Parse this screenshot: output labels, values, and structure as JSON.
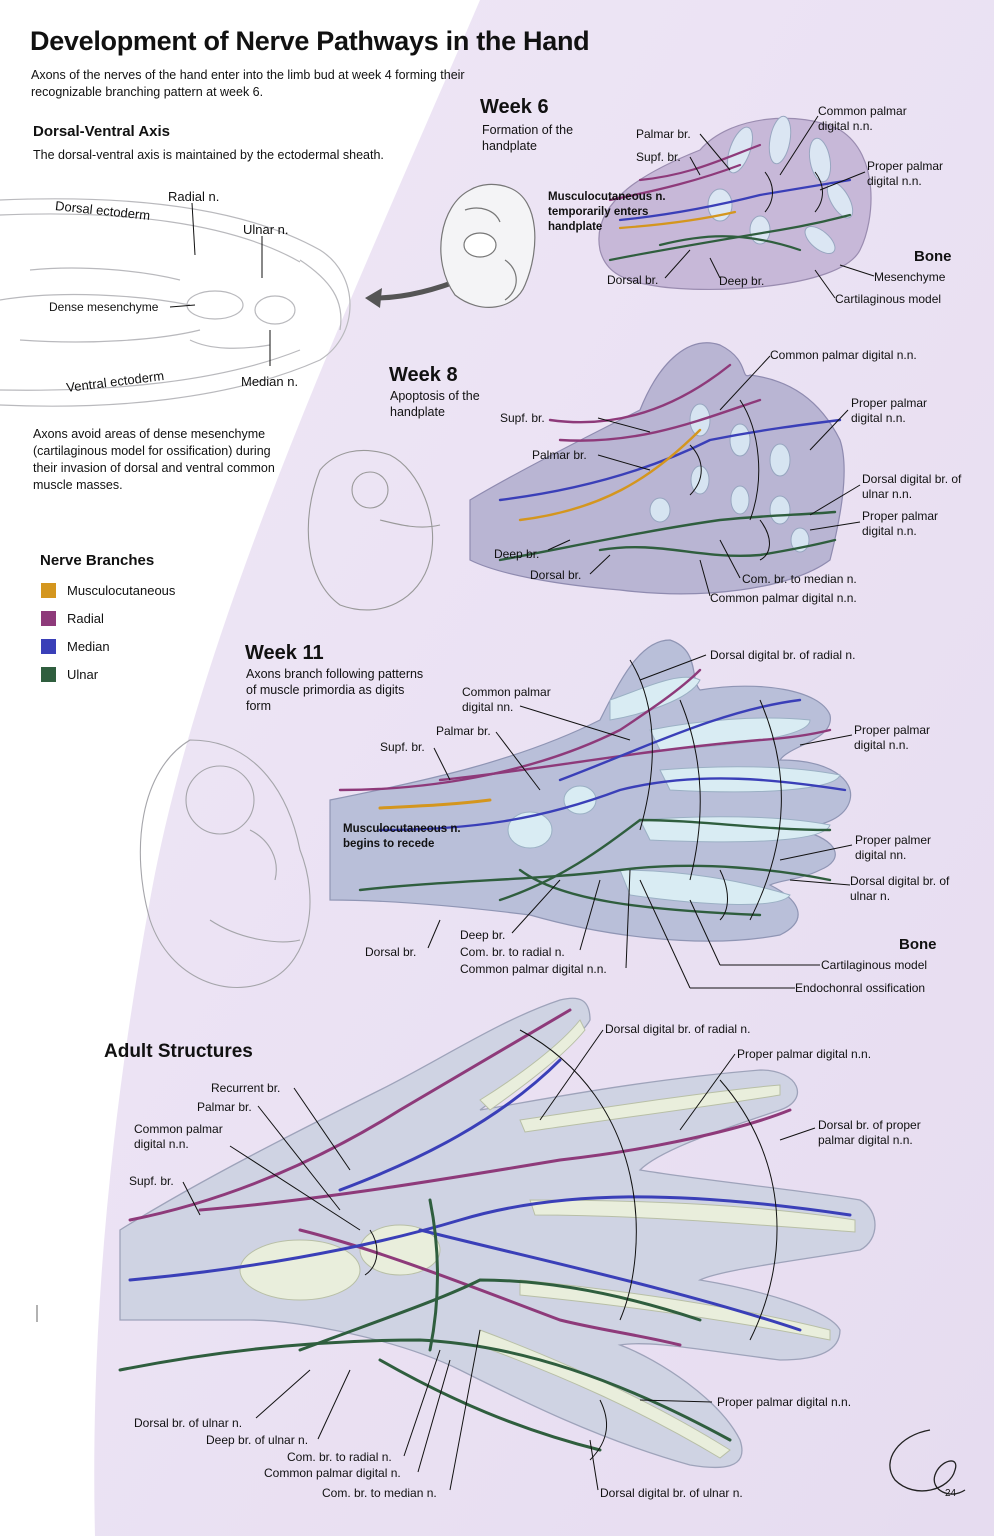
{
  "title": "Development of Nerve Pathways in the Hand",
  "intro": "Axons of the nerves of the hand enter into the limb bud at week 4 forming their recognizable branching pattern at week 6.",
  "dorsal_ventral": {
    "heading": "Dorsal-Ventral Axis",
    "text": "The dorsal-ventral axis is maintained by the ectodermal sheath.",
    "labels": {
      "dorsal_ectoderm": "Dorsal ectoderm",
      "radial": "Radial n.",
      "ulnar": "Ulnar n.",
      "dense_mesenchyme": "Dense mesenchyme",
      "ventral_ectoderm": "Ventral ectoderm",
      "median": "Median n."
    },
    "note": "Axons avoid areas of dense mesenchyme (cartilaginous model for ossification) during their invasion of dorsal and ventral common muscle masses."
  },
  "legend": {
    "title": "Nerve Branches",
    "items": [
      {
        "label": "Musculocutaneous",
        "color": "#d4961e"
      },
      {
        "label": "Radial",
        "color": "#8e3a7a"
      },
      {
        "label": "Median",
        "color": "#3a3fb8"
      },
      {
        "label": "Ulnar",
        "color": "#2f5e3e"
      }
    ]
  },
  "week6": {
    "title": "Week 6",
    "subtitle": "Formation of the handplate",
    "labels": {
      "palmar": "Palmar br.",
      "supf": "Supf. br.",
      "musculo": "Musculocutaneous n. temporarily enters handplate",
      "common_palmar": "Common palmar digital n.n.",
      "proper_palmar": "Proper palmar digital n.n.",
      "bone": "Bone",
      "mesenchyme": "Mesenchyme",
      "cartilaginous": "Cartilaginous model",
      "dorsal": "Dorsal br.",
      "deep": "Deep br."
    }
  },
  "week8": {
    "title": "Week 8",
    "subtitle": "Apoptosis of the handplate",
    "labels": {
      "common_palmar_top": "Common palmar digital n.n.",
      "supf": "Supf. br.",
      "proper_palmar": "Proper palmar digital n.n.",
      "palmar": "Palmar br.",
      "dorsal_digital_ulnar": "Dorsal digital br. of ulnar n.n.",
      "proper_palmar_2": "Proper palmar digital n.n.",
      "deep": "Deep br.",
      "dorsal": "Dorsal br.",
      "com_median": "Com. br. to median n.",
      "common_palmar_bottom": "Common palmar digital n.n."
    }
  },
  "week11": {
    "title": "Week 11",
    "subtitle": "Axons branch following patterns of muscle primordia as digits form",
    "labels": {
      "dorsal_digital_radial": "Dorsal digital br. of radial n.",
      "common_palmar": "Common palmar digital nn.",
      "palmar": "Palmar br.",
      "supf": "Supf. br.",
      "proper_palmar": "Proper palmar digital n.n.",
      "musculo": "Musculocutaneous n. begins to recede",
      "proper_palmer": "Proper palmer digital nn.",
      "dorsal_digital_ulnar": "Dorsal digital br. of ulnar n.",
      "dorsal": "Dorsal br.",
      "deep": "Deep br.",
      "com_radial": "Com. br. to radial n.",
      "common_palmar_2": "Common palmar digital n.n.",
      "bone": "Bone",
      "cartilaginous": "Cartilaginous model",
      "endochondral": "Endochonral ossification"
    }
  },
  "adult": {
    "title": "Adult Structures",
    "labels": {
      "dorsal_digital_radial": "Dorsal digital br. of radial n.",
      "proper_palmar_top": "Proper palmar digital n.n.",
      "recurrent": "Recurrent br.",
      "palmar": "Palmar br.",
      "common_palmar": "Common palmar digital n.n.",
      "dorsal_proper": "Dorsal br. of proper palmar digital n.n.",
      "supf": "Supf. br.",
      "proper_palmar_bottom": "Proper palmar digital n.n.",
      "dorsal_ulnar": "Dorsal br. of ulnar n.",
      "deep_ulnar": "Deep br. of ulnar n.",
      "com_radial": "Com. br. to radial n.",
      "common_palmar_2": "Common palmar digital n.",
      "com_median": "Com. br. to median n.",
      "dorsal_digital_ulnar": "Dorsal digital br. of ulnar n."
    }
  },
  "signature": {
    "year": "24"
  }
}
